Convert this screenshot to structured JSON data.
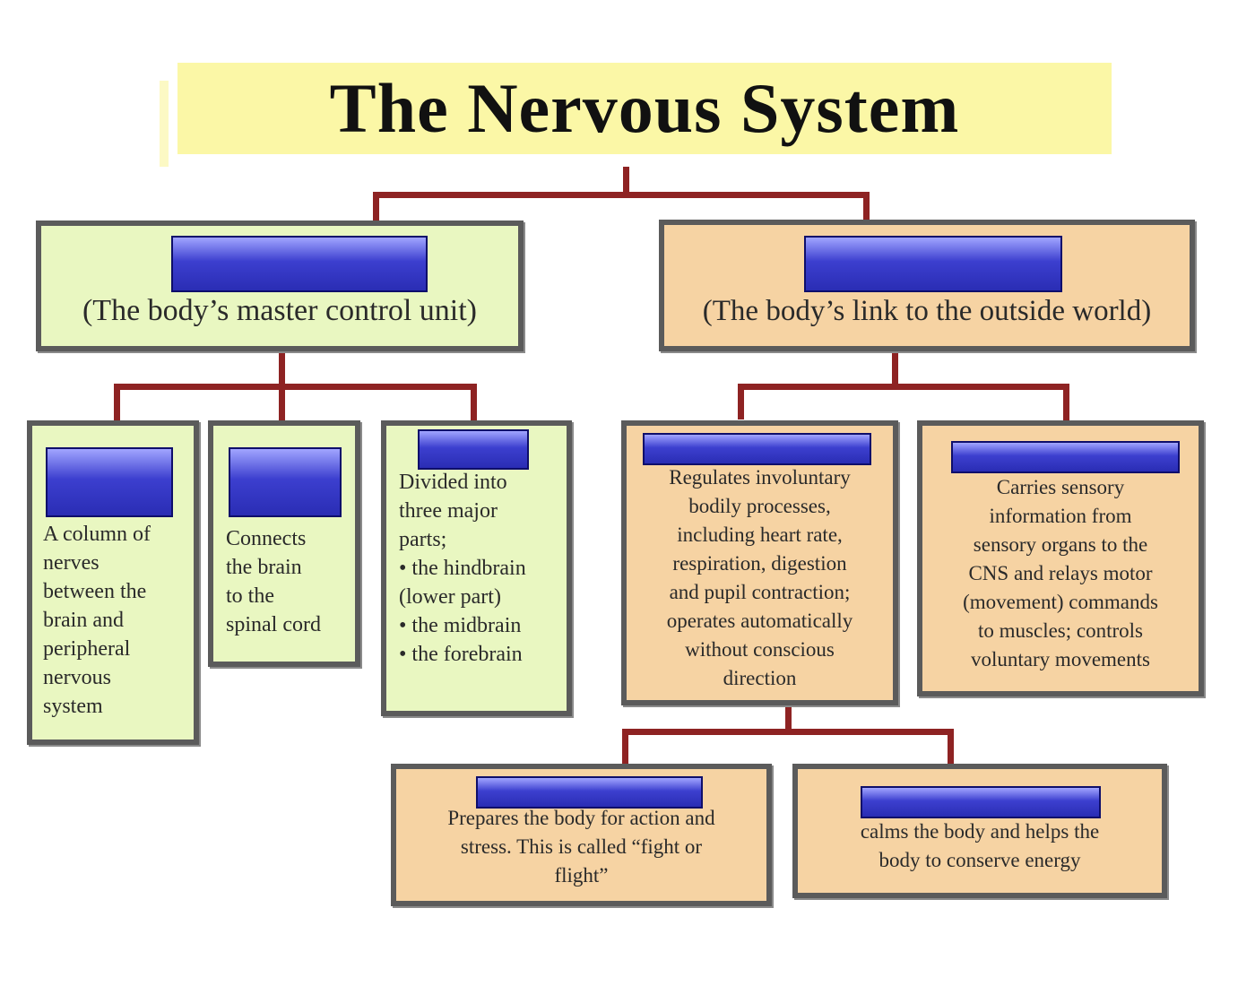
{
  "title": "The Nervous System",
  "colors": {
    "title_bg": "#fbf7a6",
    "central_bg": "#e9f7c1",
    "peripheral_bg": "#f6d3a3",
    "connector": "#8e2323",
    "label_box": "#3c3fcf",
    "border": "#5b5b5b"
  },
  "central": {
    "label": "",
    "description": "(The body’s master control unit)",
    "spinal_cord": {
      "label": "",
      "description": "A column of\nnerves\nbetween the\nbrain and\nperipheral\nnervous\nsystem"
    },
    "brainstem": {
      "label": "",
      "description": "Connects\nthe brain\nto the\nspinal cord"
    },
    "brain": {
      "label": "",
      "description": "Divided into\nthree major\nparts;\n• the hindbrain\n(lower part)\n• the midbrain\n• the forebrain"
    }
  },
  "peripheral": {
    "label": "",
    "description": "(The body’s link to the outside world)",
    "autonomic": {
      "label": "",
      "description": "Regulates involuntary\nbodily processes,\nincluding heart rate,\nrespiration, digestion\nand  pupil contraction;\noperates automatically\nwithout conscious\ndirection",
      "sympathetic": {
        "label": "",
        "description": "Prepares the body for action and\nstress. This is called “fight or\nflight”"
      },
      "parasympathetic": {
        "label": "",
        "description": "calms the body and helps the\nbody to conserve energy"
      }
    },
    "somatic": {
      "label": "",
      "description": "Carries sensory\ninformation from\nsensory organs to the\nCNS and relays motor\n(movement) commands\nto muscles; controls\nvoluntary movements"
    }
  }
}
